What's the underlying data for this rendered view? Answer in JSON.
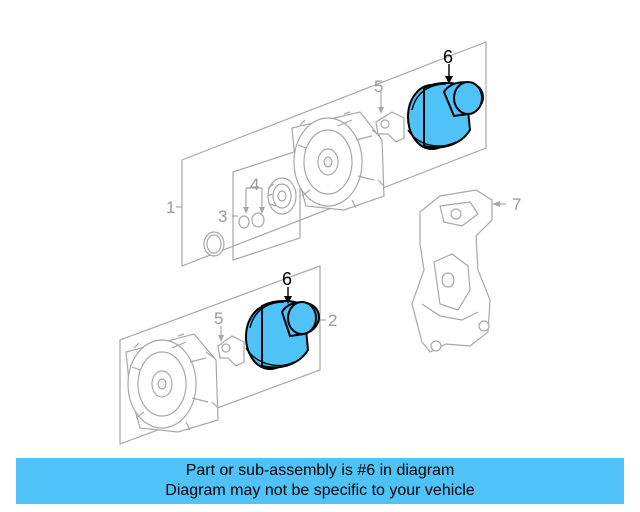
{
  "callouts": {
    "c1": "1",
    "c2": "2",
    "c3": "3",
    "c4": "4",
    "c5_top": "5",
    "c5_bottom": "5",
    "c6_top": "6",
    "c6_bottom": "6",
    "c7": "7"
  },
  "highlight_color": "#4fc3f7",
  "caption": {
    "line1": "Part or sub-assembly is #6 in diagram",
    "line2": "Diagram may not be specific to your vehicle"
  }
}
